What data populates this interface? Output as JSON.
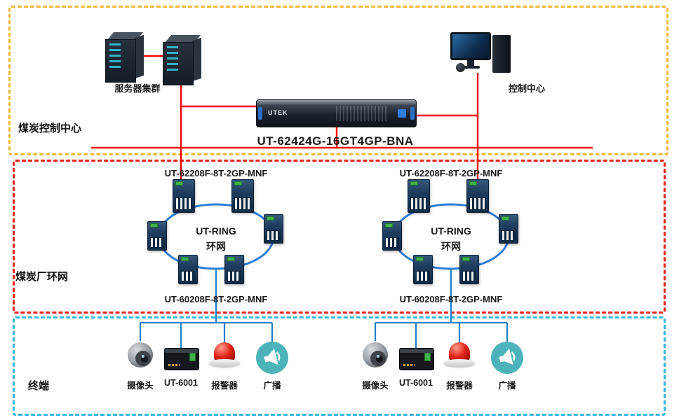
{
  "zones": {
    "control": {
      "label": "煤炭控制中心",
      "server_cluster": {
        "label": "服务器集群"
      },
      "control_center": {
        "label": "控制中心"
      },
      "core_switch": {
        "brand": "UTEK",
        "label": "UT-62424G-16GT4GP-BNA"
      }
    },
    "ring": {
      "label": "煤炭厂环网",
      "rings": [
        {
          "top_label": "UT-62208F-8T-2GP-MNF",
          "name_line1": "UT-RING",
          "name_line2": "环网",
          "bottom_label": "UT-60208F-8T-2GP-MNF"
        },
        {
          "top_label": "UT-62208F-8T-2GP-MNF",
          "name_line1": "UT-RING",
          "name_line2": "环网",
          "bottom_label": "UT-60208F-8T-2GP-MNF"
        }
      ]
    },
    "terminal": {
      "label": "终端",
      "groups": [
        {
          "camera": "摄像头",
          "converter": "UT-6001",
          "alarm": "报警器",
          "speaker": "广播"
        },
        {
          "camera": "摄像头",
          "converter": "UT-6001",
          "alarm": "报警器",
          "speaker": "广播"
        }
      ]
    }
  },
  "colors": {
    "control_zone_border": "#f2b83c",
    "ring_zone_border": "#e6231a",
    "terminal_zone_border": "#35b6da",
    "red_link": "#fe0000",
    "blue_link": "#1f7ec9",
    "ring_line": "#2e7bd6"
  }
}
